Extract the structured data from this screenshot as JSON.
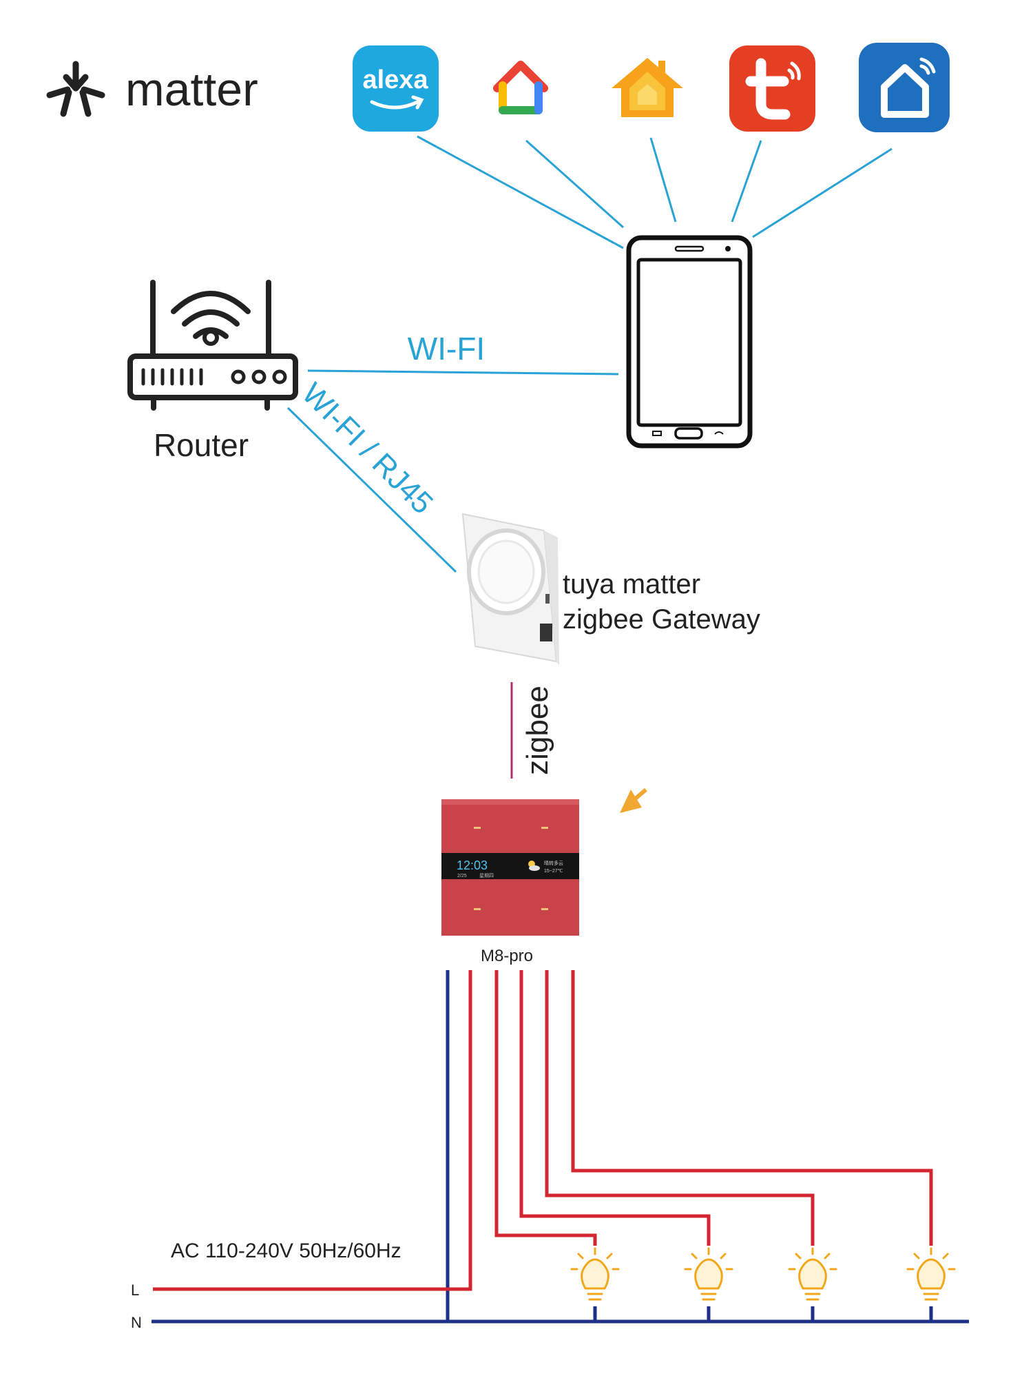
{
  "matter": {
    "wordmark": "matter"
  },
  "apps": [
    {
      "name": "alexa",
      "label": "alexa",
      "color": "#1fa7e0"
    },
    {
      "name": "google-home",
      "color": "#4285f4"
    },
    {
      "name": "apple-home",
      "color": "#f7a21b"
    },
    {
      "name": "tuya",
      "color": "#e53f23"
    },
    {
      "name": "smart-life",
      "color": "#1e6fbd"
    }
  ],
  "router": {
    "label": "Router"
  },
  "links": {
    "wifi": "WI-FI",
    "wifi_rj45": "WI-FI / RJ45",
    "zigbee": "zigbee"
  },
  "gateway": {
    "line1": "tuya matter",
    "line2": "zigbee Gateway"
  },
  "switch": {
    "model": "M8-pro",
    "time": "12:03",
    "date": "2/25",
    "weekday": "星期四",
    "weather": "晴转多云",
    "temp": "15~27℃",
    "color": "#c9444a"
  },
  "power": {
    "label": "AC 110-240V 50Hz/60Hz",
    "live": "L",
    "neutral": "N"
  },
  "colors": {
    "link": "#29a3d6",
    "zigbee": "#b0306d",
    "live_wire": "#d22630",
    "neutral_wire": "#1d2f87",
    "bulb": "#f2a71b",
    "arrow": "#f0a830"
  }
}
